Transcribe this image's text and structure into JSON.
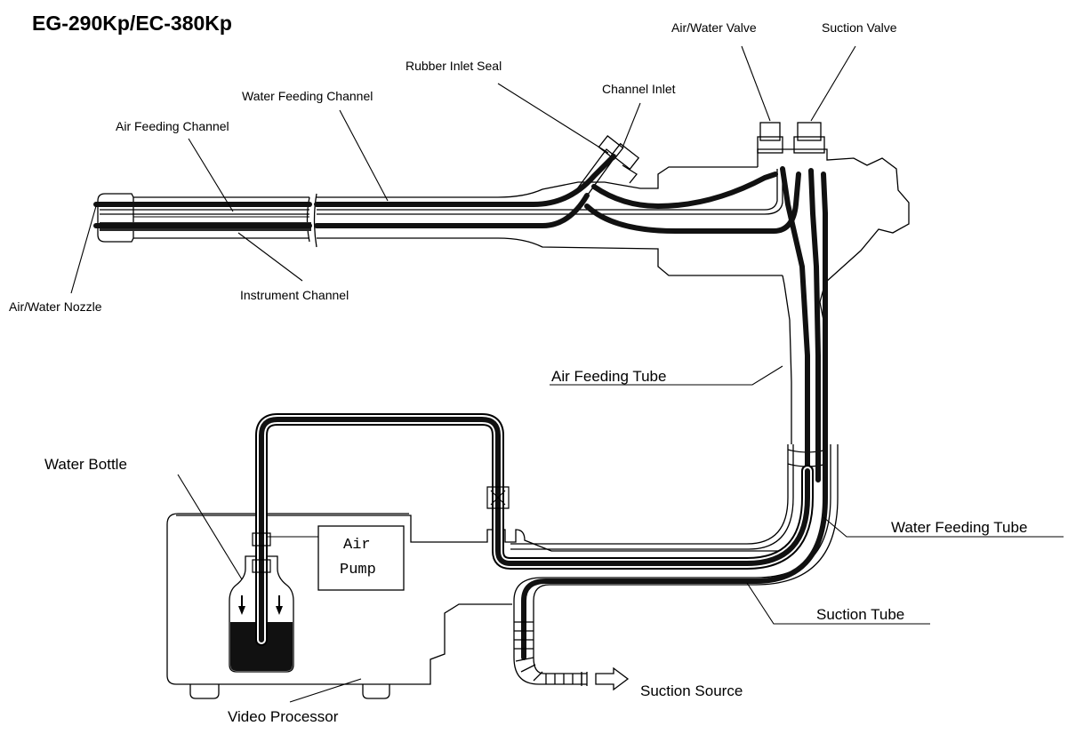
{
  "title": "EG-290Kp/EC-380Kp",
  "labels": {
    "air_water_valve": "Air/Water Valve",
    "suction_valve": "Suction Valve",
    "rubber_inlet_seal": "Rubber Inlet Seal",
    "channel_inlet": "Channel Inlet",
    "water_feeding_channel": "Water Feeding Channel",
    "air_feeding_channel": "Air Feeding Channel",
    "air_water_nozzle": "Air/Water Nozzle",
    "instrument_channel": "Instrument Channel",
    "air_feeding_tube": "Air Feeding Tube",
    "water_bottle": "Water Bottle",
    "air_pump_line1": "Air",
    "air_pump_line2": "Pump",
    "water_feeding_tube": "Water Feeding Tube",
    "suction_tube": "Suction Tube",
    "suction_source": "Suction Source",
    "video_processor": "Video Processor"
  }
}
